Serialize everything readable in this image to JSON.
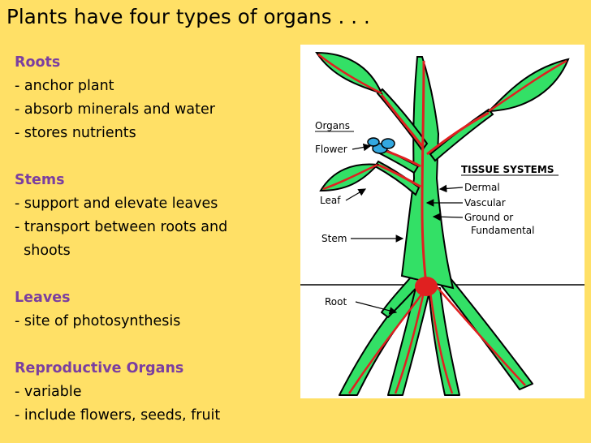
{
  "title": "Plants have four types of organs . . .",
  "sections": [
    {
      "heading": "Roots",
      "lines": [
        "- anchor plant",
        "- absorb minerals and water",
        "- stores nutrients"
      ]
    },
    {
      "heading": "Stems",
      "lines": [
        "- support and elevate leaves",
        "- transport between roots and",
        "  shoots"
      ]
    },
    {
      "heading": "Leaves",
      "lines": [
        "- site of photosynthesis"
      ]
    },
    {
      "heading": "Reproductive Organs",
      "lines": [
        "- variable",
        "- include flowers, seeds, fruit"
      ]
    }
  ],
  "diagram": {
    "organs_heading": "Organs",
    "organ_labels": {
      "flower": "Flower",
      "leaf": "Leaf",
      "stem": "Stem",
      "root": "Root"
    },
    "tissue_heading": "TISSUE SYSTEMS",
    "tissue_labels": {
      "dermal": "Dermal",
      "vascular": "Vascular",
      "ground_line1": "Ground or",
      "ground_line2": "Fundamental"
    }
  },
  "colors": {
    "background": "#FFE066",
    "heading": "#7B3FA0",
    "plant_fill": "#33E066",
    "vascular": "#E02020"
  }
}
